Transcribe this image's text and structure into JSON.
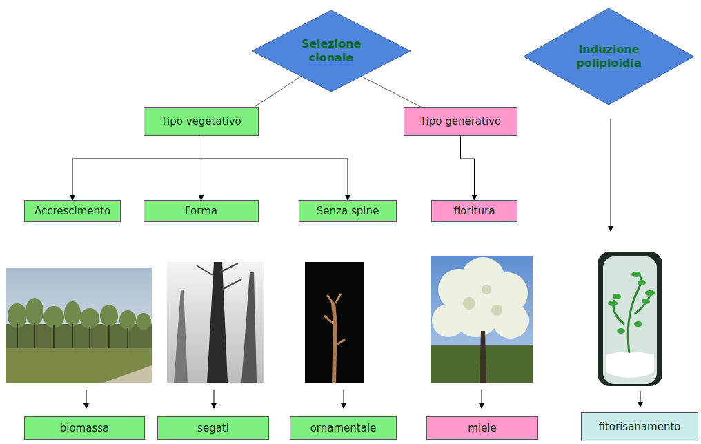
{
  "diagram": {
    "nodes": [
      {
        "text": [
          "Selezione clonale"
        ]
      },
      {
        "text": [
          "Induzione poliploidia"
        ]
      },
      {
        "text": [
          "Tipo vegetativo"
        ]
      },
      {
        "text": [
          "Tipo generativo"
        ]
      },
      {
        "text": [
          "Accrescimento"
        ]
      },
      {
        "text": [
          "Forma"
        ]
      },
      {
        "text": [
          "Senza spine"
        ]
      },
      {
        "text": [
          "fioritura"
        ]
      },
      {
        "text": [
          "biomassa"
        ]
      },
      {
        "text": [
          "segati"
        ]
      },
      {
        "text": [
          "ornamentale"
        ]
      },
      {
        "text": [
          "miele"
        ]
      },
      {
        "text": [
          "fitorisanamento"
        ]
      }
    ],
    "edges": [
      {
        "from": 0,
        "to": 2,
        "arrow": "none"
      },
      {
        "from": 0,
        "to": 3,
        "arrow": "none"
      },
      {
        "from": 2,
        "to": 4,
        "arrow": "to"
      },
      {
        "from": 2,
        "to": 5,
        "arrow": "to"
      },
      {
        "from": 2,
        "to": 6,
        "arrow": "to"
      },
      {
        "from": 3,
        "to": 7,
        "arrow": "to"
      }
    ]
  }
}
